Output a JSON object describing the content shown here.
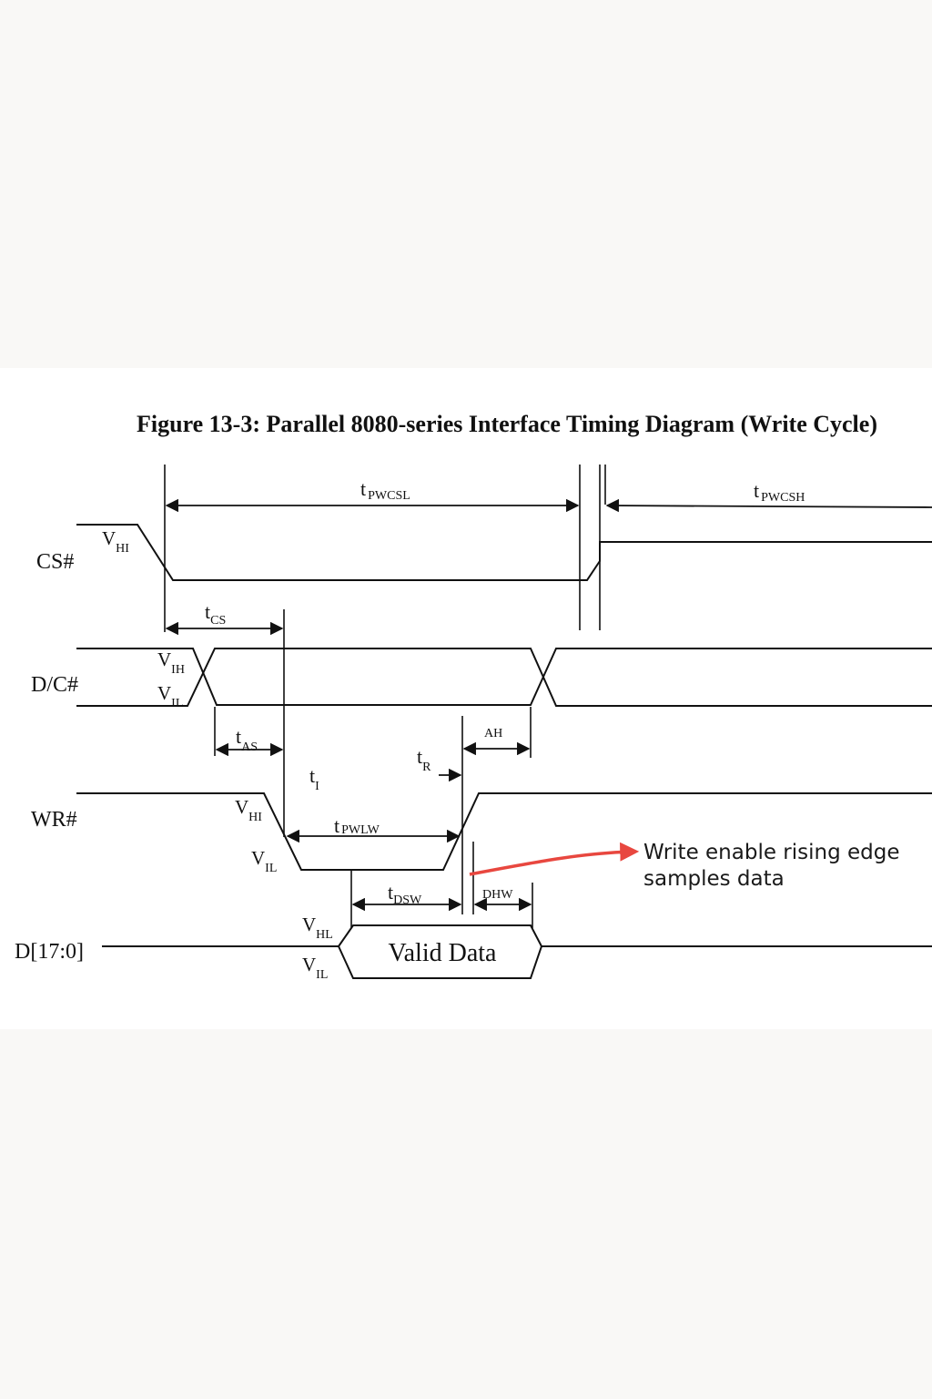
{
  "title": "Figure 13-3: Parallel 8080-series Interface Timing Diagram (Write Cycle)",
  "signals": {
    "cs": "CS#",
    "dc": "D/C#",
    "wr": "WR#",
    "data": "D[17:0]"
  },
  "levels": {
    "cs_high": {
      "main": "V",
      "sub": "HI"
    },
    "dc_high": {
      "main": "V",
      "sub": "IH"
    },
    "dc_low": {
      "main": "V",
      "sub": "IL"
    },
    "wr_high": {
      "main": "V",
      "sub": "HI"
    },
    "wr_low": {
      "main": "V",
      "sub": "IL"
    },
    "data_high": {
      "main": "V",
      "sub": "HL"
    },
    "data_low": {
      "main": "V",
      "sub": "IL"
    }
  },
  "timings": {
    "pwcsl": {
      "main": "t",
      "sub": "PWCSL"
    },
    "pwcsh": {
      "main": "t",
      "sub": "PWCSH"
    },
    "cs": {
      "main": "t",
      "sub": "CS"
    },
    "as": {
      "main": "t",
      "sub": "AS"
    },
    "ah": "AH",
    "i": {
      "main": "t",
      "sub": "I"
    },
    "r": {
      "main": "t",
      "sub": "R"
    },
    "pwlw": {
      "main": "t",
      "sub": "PWLW"
    },
    "dsw": {
      "main": "t",
      "sub": "DSW"
    },
    "dhw": "DHW"
  },
  "valid_data": "Valid Data",
  "annotation": {
    "line1": "Write enable rising edge",
    "line2": "samples data",
    "color": "#e8473f"
  }
}
